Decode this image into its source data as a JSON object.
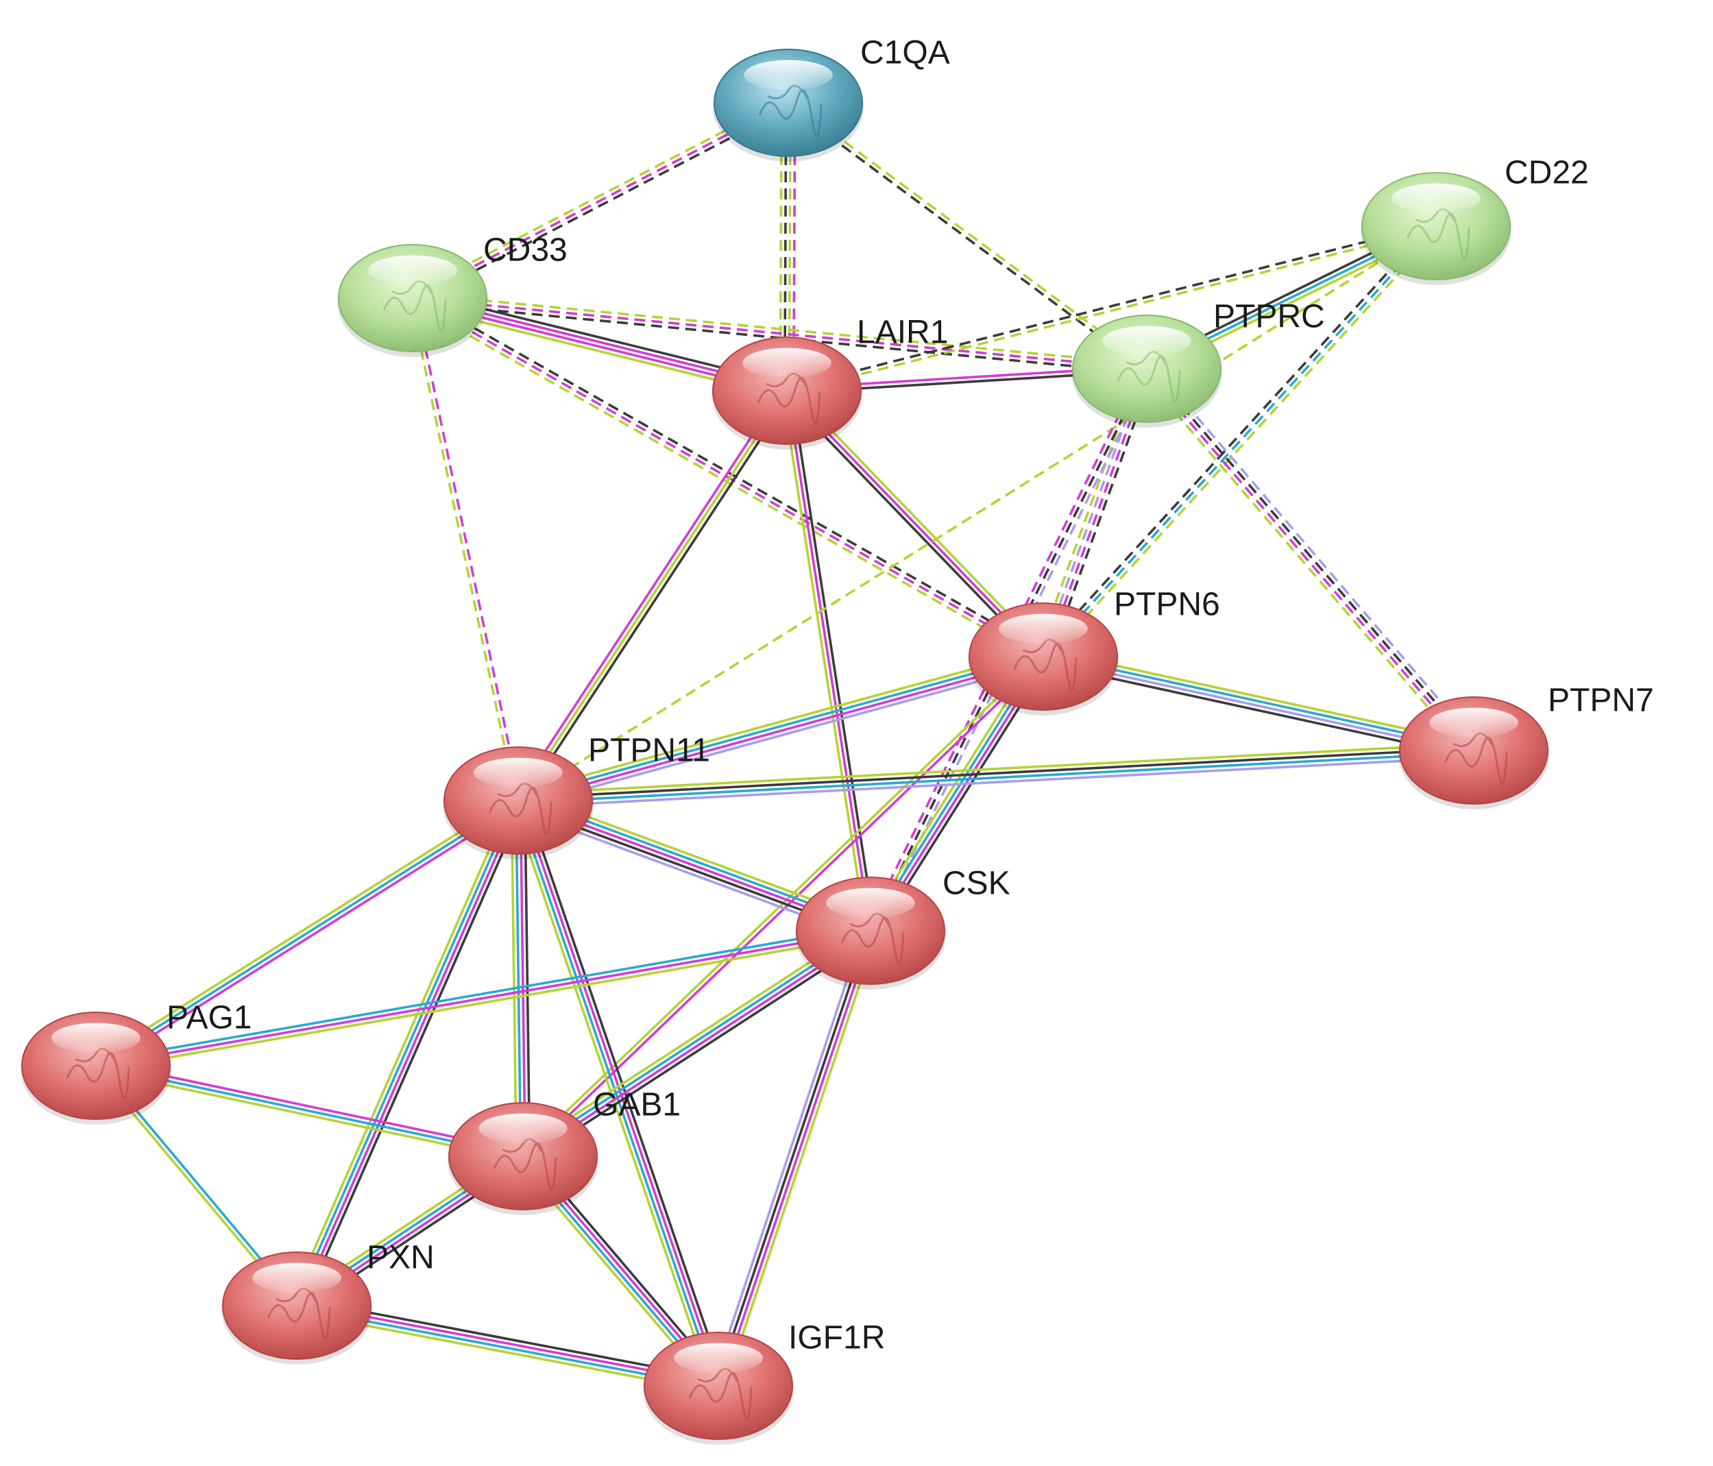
{
  "network": {
    "node_colors": {
      "red": {
        "light": "#f4b8b8",
        "mid": "#e07070",
        "dark": "#b44444"
      },
      "green": {
        "light": "#e6f6d4",
        "mid": "#b7e09b",
        "dark": "#86b86b"
      },
      "blue": {
        "light": "#bfe6f2",
        "mid": "#5fa8bd",
        "dark": "#35788c"
      }
    },
    "edge_colors": {
      "black": "#3b3b3b",
      "magenta": "#d23cd6",
      "lime": "#b5d334",
      "cyan": "#2aa9d2",
      "lavender": "#a89cf0"
    },
    "nodes": [
      {
        "id": "C1QA",
        "label": "C1QA",
        "color": "blue",
        "icon": "protein-structure-icon"
      },
      {
        "id": "CD22",
        "label": "CD22",
        "color": "green",
        "icon": "protein-structure-icon"
      },
      {
        "id": "CD33",
        "label": "CD33",
        "color": "green",
        "icon": "protein-structure-icon"
      },
      {
        "id": "LAIR1",
        "label": "LAIR1",
        "color": "red",
        "icon": "protein-structure-icon"
      },
      {
        "id": "PTPRC",
        "label": "PTPRC",
        "color": "green",
        "icon": "protein-structure-icon"
      },
      {
        "id": "PTPN6",
        "label": "PTPN6",
        "color": "red",
        "icon": "protein-structure-icon"
      },
      {
        "id": "PTPN7",
        "label": "PTPN7",
        "color": "red",
        "icon": "protein-structure-icon"
      },
      {
        "id": "PTPN11",
        "label": "PTPN11",
        "color": "red",
        "icon": "protein-structure-icon"
      },
      {
        "id": "CSK",
        "label": "CSK",
        "color": "red",
        "icon": "protein-structure-icon"
      },
      {
        "id": "PAG1",
        "label": "PAG1",
        "color": "red",
        "icon": "protein-structure-icon"
      },
      {
        "id": "GAB1",
        "label": "GAB1",
        "color": "red",
        "icon": "protein-structure-icon"
      },
      {
        "id": "PXN",
        "label": "PXN",
        "color": "red",
        "icon": "protein-structure-icon"
      },
      {
        "id": "IGF1R",
        "label": "IGF1R",
        "color": "red",
        "icon": "protein-structure-icon"
      }
    ],
    "edges": [
      {
        "from": "C1QA",
        "to": "CD33",
        "style": "dashed",
        "colors": [
          "black",
          "magenta",
          "lime"
        ]
      },
      {
        "from": "C1QA",
        "to": "LAIR1",
        "style": "dashed",
        "colors": [
          "magenta",
          "lime",
          "black",
          "lime"
        ]
      },
      {
        "from": "C1QA",
        "to": "PTPRC",
        "style": "dashed",
        "colors": [
          "lime",
          "black"
        ]
      },
      {
        "from": "CD33",
        "to": "LAIR1",
        "style": "solid",
        "colors": [
          "black",
          "magenta",
          "magenta",
          "lime"
        ]
      },
      {
        "from": "CD33",
        "to": "PTPRC",
        "style": "dashed",
        "colors": [
          "lime",
          "magenta",
          "black"
        ]
      },
      {
        "from": "CD33",
        "to": "PTPN6",
        "style": "dashed",
        "colors": [
          "black",
          "magenta",
          "lime"
        ]
      },
      {
        "from": "CD33",
        "to": "PTPN11",
        "style": "dashed",
        "colors": [
          "magenta",
          "lime"
        ]
      },
      {
        "from": "LAIR1",
        "to": "PTPRC",
        "style": "solid",
        "colors": [
          "magenta",
          "black"
        ]
      },
      {
        "from": "LAIR1",
        "to": "PTPN6",
        "style": "solid",
        "colors": [
          "lime",
          "magenta",
          "black"
        ]
      },
      {
        "from": "LAIR1",
        "to": "PTPN11",
        "style": "solid",
        "colors": [
          "black",
          "lime",
          "magenta"
        ]
      },
      {
        "from": "LAIR1",
        "to": "CSK",
        "style": "solid",
        "colors": [
          "black",
          "magenta",
          "lime"
        ]
      },
      {
        "from": "CD22",
        "to": "LAIR1",
        "style": "dashed",
        "colors": [
          "lime",
          "black"
        ]
      },
      {
        "from": "CD22",
        "to": "PTPRC",
        "style": "solid",
        "colors": [
          "lime",
          "cyan",
          "black"
        ]
      },
      {
        "from": "CD22",
        "to": "PTPN6",
        "style": "dashed",
        "colors": [
          "lime",
          "cyan",
          "black"
        ]
      },
      {
        "from": "CD22",
        "to": "PTPN11",
        "style": "dashed",
        "colors": [
          "lime"
        ]
      },
      {
        "from": "PTPRC",
        "to": "PTPN6",
        "style": "dashed",
        "colors": [
          "black",
          "magenta",
          "lavender",
          "lime"
        ]
      },
      {
        "from": "PTPRC",
        "to": "PTPN7",
        "style": "dashed",
        "colors": [
          "lavender",
          "black",
          "magenta",
          "lime"
        ]
      },
      {
        "from": "PTPRC",
        "to": "CSK",
        "style": "dashed",
        "colors": [
          "lavender",
          "black",
          "magenta"
        ]
      },
      {
        "from": "PTPN6",
        "to": "PTPN7",
        "style": "solid",
        "colors": [
          "lime",
          "cyan",
          "lavender",
          "black"
        ]
      },
      {
        "from": "PTPN6",
        "to": "PTPN11",
        "style": "solid",
        "colors": [
          "lavender",
          "magenta",
          "cyan",
          "lime"
        ]
      },
      {
        "from": "PTPN6",
        "to": "CSK",
        "style": "solid",
        "colors": [
          "black",
          "magenta",
          "cyan",
          "lime"
        ]
      },
      {
        "from": "PTPN6",
        "to": "GAB1",
        "style": "solid",
        "colors": [
          "magenta",
          "lime"
        ]
      },
      {
        "from": "PTPN11",
        "to": "PTPN7",
        "style": "solid",
        "colors": [
          "lime",
          "black",
          "cyan",
          "lavender"
        ]
      },
      {
        "from": "PTPN11",
        "to": "CSK",
        "style": "solid",
        "colors": [
          "lime",
          "cyan",
          "magenta",
          "black",
          "lavender"
        ]
      },
      {
        "from": "PTPN11",
        "to": "PAG1",
        "style": "solid",
        "colors": [
          "magenta",
          "cyan",
          "lime"
        ]
      },
      {
        "from": "PTPN11",
        "to": "GAB1",
        "style": "solid",
        "colors": [
          "black",
          "magenta",
          "cyan",
          "lime"
        ]
      },
      {
        "from": "PTPN11",
        "to": "PXN",
        "style": "solid",
        "colors": [
          "black",
          "magenta",
          "cyan",
          "lime"
        ]
      },
      {
        "from": "PTPN11",
        "to": "IGF1R",
        "style": "solid",
        "colors": [
          "black",
          "magenta",
          "cyan",
          "lime"
        ]
      },
      {
        "from": "CSK",
        "to": "PAG1",
        "style": "solid",
        "colors": [
          "lime",
          "magenta",
          "cyan"
        ]
      },
      {
        "from": "CSK",
        "to": "GAB1",
        "style": "solid",
        "colors": [
          "black",
          "magenta",
          "cyan",
          "lime"
        ]
      },
      {
        "from": "CSK",
        "to": "IGF1R",
        "style": "solid",
        "colors": [
          "lime",
          "magenta",
          "black",
          "lavender"
        ]
      },
      {
        "from": "PAG1",
        "to": "GAB1",
        "style": "solid",
        "colors": [
          "magenta",
          "cyan",
          "lime"
        ]
      },
      {
        "from": "PAG1",
        "to": "PXN",
        "style": "solid",
        "colors": [
          "cyan",
          "lime"
        ]
      },
      {
        "from": "GAB1",
        "to": "PXN",
        "style": "solid",
        "colors": [
          "black",
          "magenta",
          "cyan",
          "lime"
        ]
      },
      {
        "from": "GAB1",
        "to": "IGF1R",
        "style": "solid",
        "colors": [
          "black",
          "magenta",
          "cyan",
          "lime"
        ]
      },
      {
        "from": "PXN",
        "to": "IGF1R",
        "style": "solid",
        "colors": [
          "black",
          "magenta",
          "cyan",
          "lime"
        ]
      }
    ]
  }
}
